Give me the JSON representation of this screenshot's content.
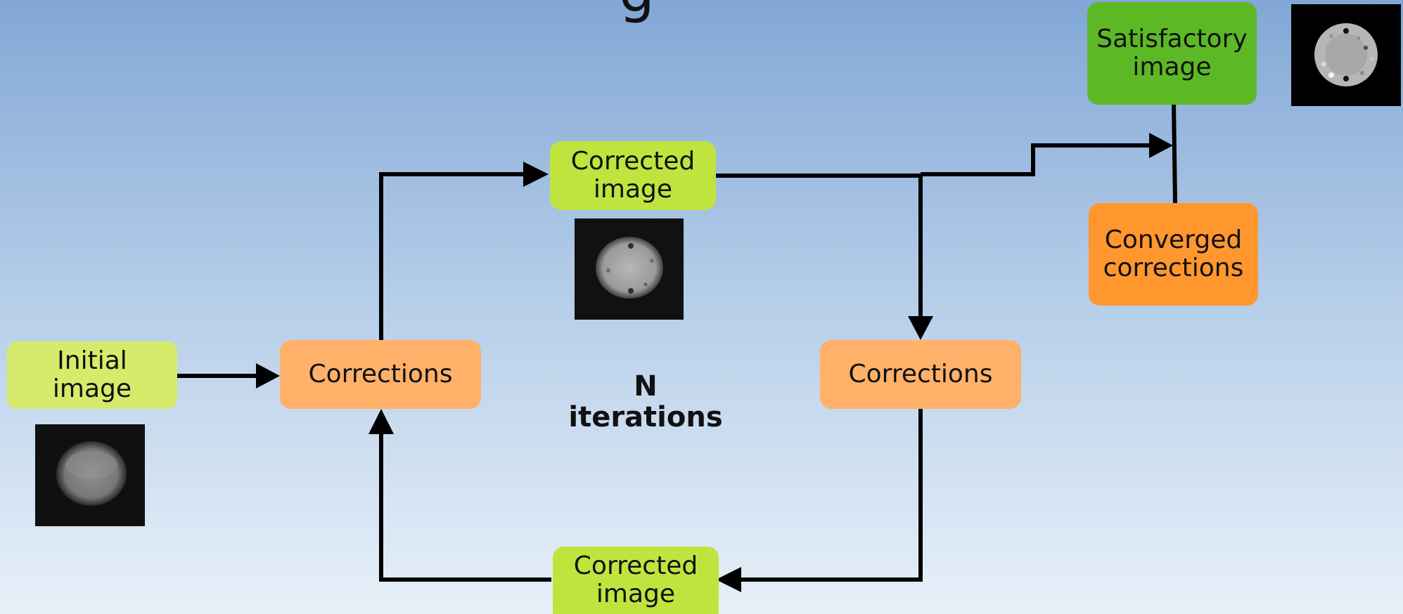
{
  "diagram": {
    "title_fragment": "g",
    "nodes": {
      "initial_image": "Initial\nimage",
      "corrections_1": "Corrections",
      "corrected_image_top": "Corrected\nimage",
      "corrections_2": "Corrections",
      "corrected_image_bottom": "Corrected\nimage",
      "satisfactory_image": "Satisfactory\nimage",
      "converged_corrections": "Converged\ncorrections"
    },
    "loop_label": "N\niterations",
    "colors": {
      "light_green": "#d6ea6c",
      "yellow_green": "#bfe43e",
      "green": "#5db826",
      "light_orange": "#ffb169",
      "orange": "#ff972e",
      "arrow": "#000000"
    },
    "icons": {
      "phantom_1": "ct-phantom-blurry",
      "phantom_2": "ct-phantom-partial",
      "phantom_3": "ct-phantom-sharp"
    }
  }
}
